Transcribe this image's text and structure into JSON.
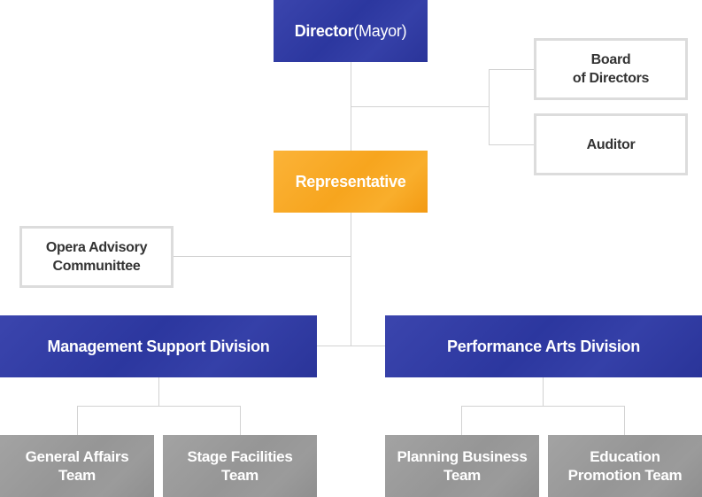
{
  "director": {
    "label": "Director",
    "sub": "(Mayor)"
  },
  "board": {
    "line1": "Board",
    "line2": "of Directors"
  },
  "auditor": {
    "label": "Auditor"
  },
  "representative": {
    "label": "Representative"
  },
  "advisory": {
    "line1": "Opera Advisory",
    "line2": "Communittee"
  },
  "management": {
    "label": "Management Support Division"
  },
  "performance": {
    "label": "Performance Arts Division"
  },
  "teams": {
    "general_affairs": {
      "line1": "General Affairs",
      "line2": "Team"
    },
    "stage_facilities": {
      "line1": "Stage Facilities",
      "line2": "Team"
    },
    "planning_business": {
      "line1": "Planning Business",
      "line2": "Team"
    },
    "education_promotion": {
      "line1": "Education",
      "line2": "Promotion Team"
    }
  },
  "colors": {
    "division_blue": "#2f3aa3",
    "representative_orange": "#f8a823",
    "team_gray": "#9a9a9a",
    "outline_gray": "#dcdcdc",
    "connector": "#d2d2d2"
  }
}
